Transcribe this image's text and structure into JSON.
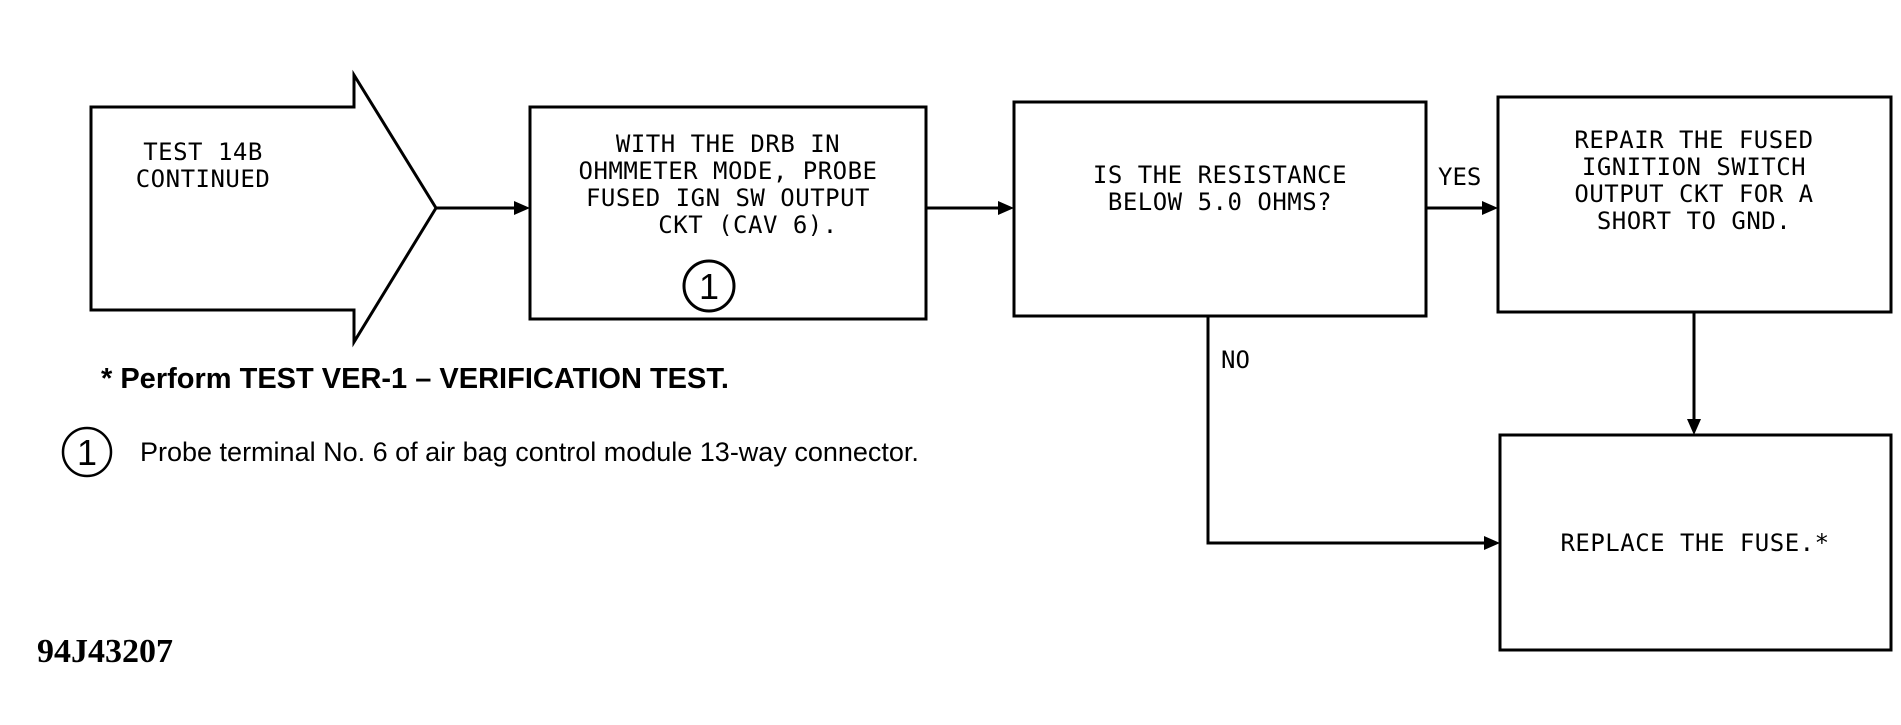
{
  "start_arrow": {
    "lines": [
      "TEST 14B",
      "CONTINUED"
    ]
  },
  "step_box": {
    "lines": [
      "WITH THE DRB IN",
      "OHMMETER MODE, PROBE",
      "FUSED IGN SW OUTPUT",
      "CKT (CAV 6)."
    ],
    "callout": "1"
  },
  "decision_box": {
    "lines": [
      "IS THE RESISTANCE",
      "BELOW 5.0 OHMS?"
    ]
  },
  "yes_label": "YES",
  "no_label": "NO",
  "repair_box": {
    "lines": [
      "REPAIR THE FUSED",
      "IGNITION SWITCH",
      "OUTPUT CKT FOR A",
      "SHORT TO GND."
    ]
  },
  "replace_box": {
    "lines": [
      "REPLACE THE FUSE.*"
    ]
  },
  "notes": {
    "verification": "* Perform TEST VER-1 – VERIFICATION TEST.",
    "callout_number": "1",
    "callout_text": "Probe terminal No. 6 of air bag control module 13-way connector."
  },
  "figure_id": "94J43207"
}
